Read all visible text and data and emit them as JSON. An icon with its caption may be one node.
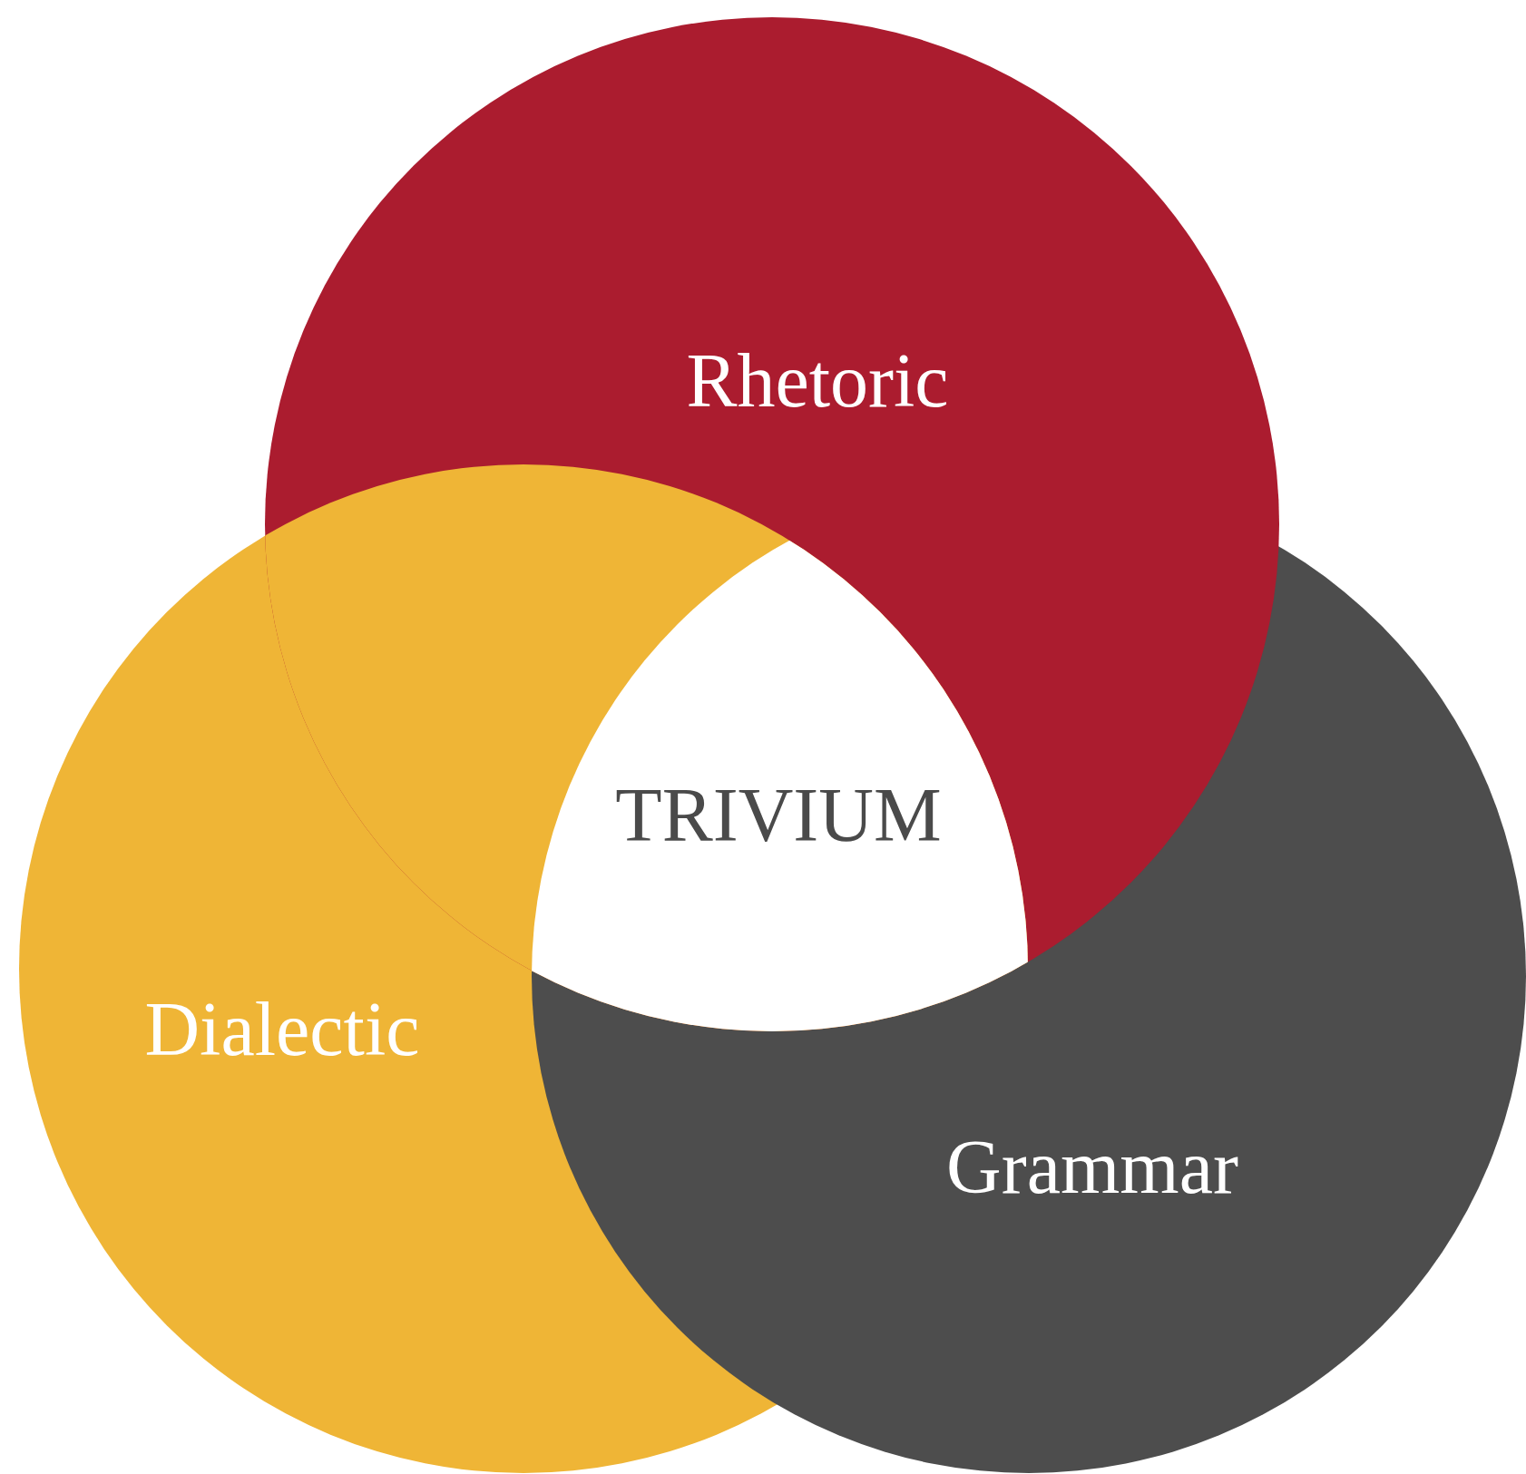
{
  "diagram": {
    "nodes": [
      {
        "text": [
          "Rhetoric"
        ]
      },
      {
        "text": [
          "Dialectic"
        ]
      },
      {
        "text": [
          "Grammar"
        ]
      }
    ],
    "labels": [
      "TRIVIUM"
    ]
  }
}
